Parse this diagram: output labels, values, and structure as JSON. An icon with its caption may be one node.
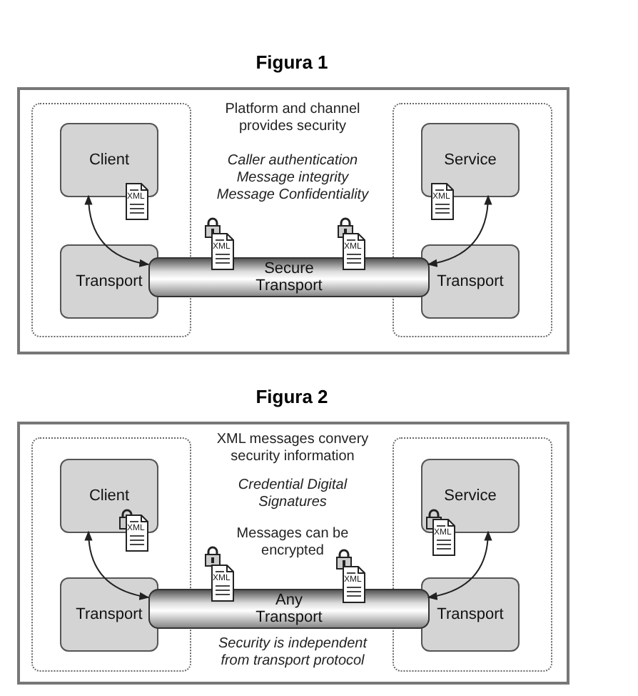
{
  "diagram": {
    "nodes": [
      {
        "text": [
          "Figura 1",
          "Platform and channel provides security",
          "Caller authentication Message integrity Message Confidentiality"
        ]
      },
      {
        "text": [],
        "shape": "box",
        "in": 0
      },
      {
        "text": [
          "Client"
        ],
        "in": 1
      },
      {
        "text": [
          "Transport"
        ],
        "in": 1
      },
      {
        "text": [
          "Secure Transport"
        ],
        "in": 0
      },
      {
        "text": [],
        "shape": "box",
        "in": 0
      },
      {
        "text": [
          "Service"
        ],
        "in": 5
      },
      {
        "text": [
          "Transport"
        ],
        "in": 5
      },
      {
        "text": [
          "Figura 2",
          "XML messages convery security information",
          "Credential Digital Signatures",
          "Messages can be encrypted",
          "Security is independent from transport protocol"
        ]
      },
      {
        "text": [],
        "shape": "box",
        "in": 8
      },
      {
        "text": [
          "Client"
        ],
        "in": 9
      },
      {
        "text": [
          "Transport"
        ],
        "in": 9
      },
      {
        "text": [
          "Any Transport"
        ],
        "in": 8
      },
      {
        "text": [],
        "shape": "box",
        "in": 8
      },
      {
        "text": [
          "Service"
        ],
        "in": 13
      },
      {
        "text": [
          "Transport"
        ],
        "in": 13
      }
    ],
    "edges": [
      {
        "from": 2,
        "to": 3,
        "arrow": "both"
      },
      {
        "from": 6,
        "to": 7,
        "arrow": "both"
      },
      {
        "from": 10,
        "to": 11,
        "arrow": "both"
      },
      {
        "from": 14,
        "to": 15,
        "arrow": "both"
      }
    ],
    "labels": [
      "XML",
      "XML",
      "XML",
      "XML",
      "XML",
      "XML",
      "XML",
      "XML"
    ]
  }
}
